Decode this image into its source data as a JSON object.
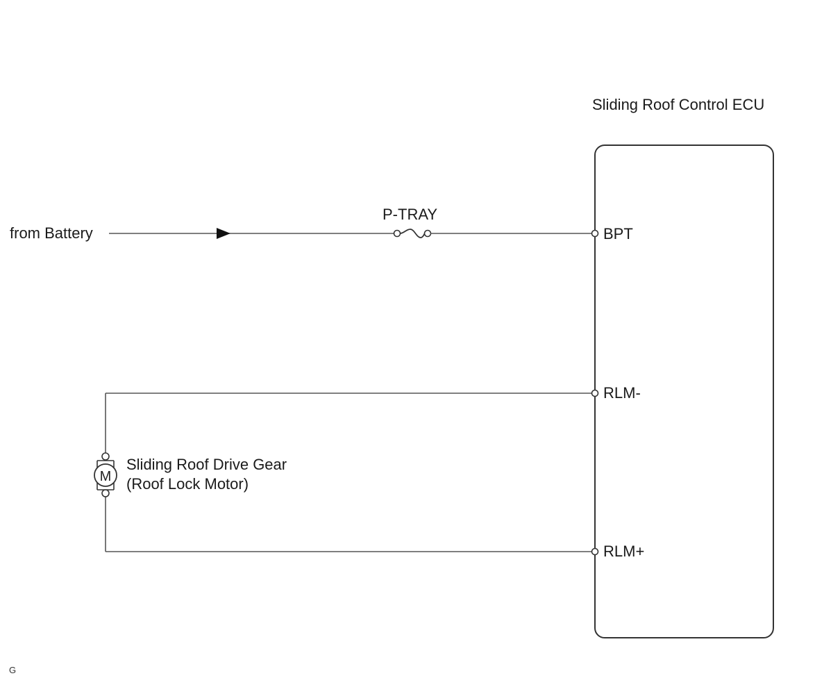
{
  "ecu": {
    "title": "Sliding Roof Control ECU",
    "terminals": {
      "bpt": "BPT",
      "rlm_minus": "RLM-",
      "rlm_plus": "RLM+"
    }
  },
  "power": {
    "source_label": "from Battery",
    "fuse_label": "P-TRAY"
  },
  "motor": {
    "symbol": "M",
    "name_line1": "Sliding Roof Drive Gear",
    "name_line2": "(Roof Lock Motor)"
  },
  "footer": {
    "code": "G"
  },
  "colors": {
    "line": "#555555",
    "text": "#1a1a1a"
  }
}
